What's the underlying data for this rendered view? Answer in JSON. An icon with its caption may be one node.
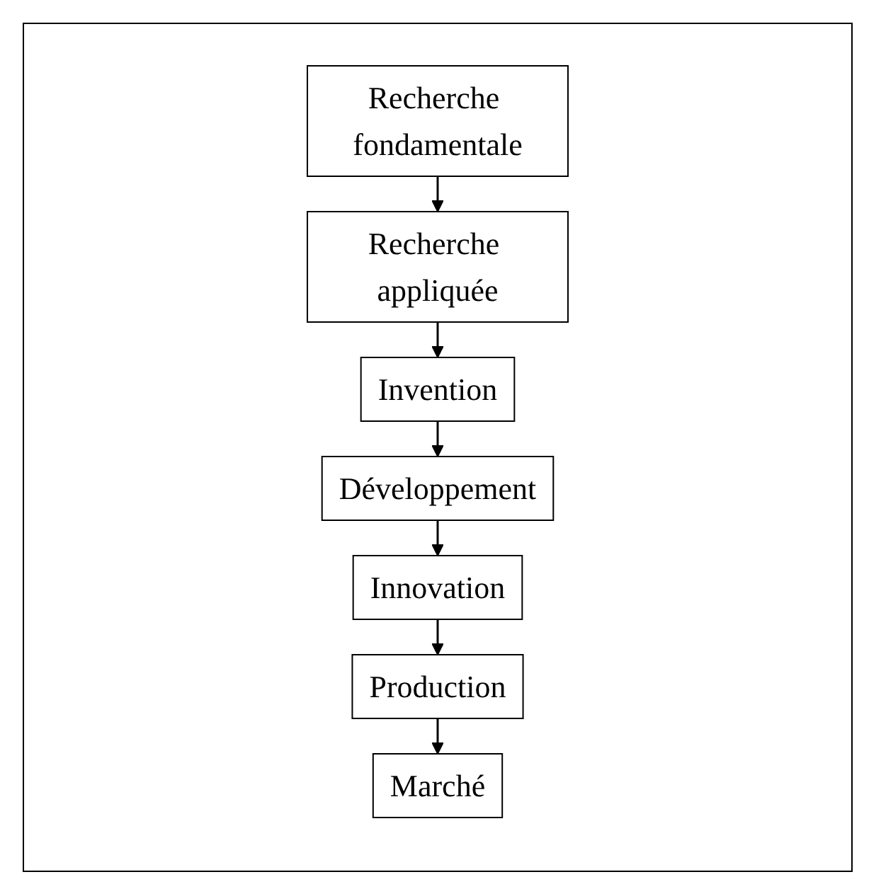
{
  "diagram": {
    "nodes": [
      {
        "text": [
          "Recherche fondamentale"
        ]
      },
      {
        "text": [
          "Recherche appliquée"
        ]
      },
      {
        "text": [
          "Invention"
        ]
      },
      {
        "text": [
          "Développement"
        ]
      },
      {
        "text": [
          "Innovation"
        ]
      },
      {
        "text": [
          "Production"
        ]
      },
      {
        "text": [
          "Marché"
        ]
      }
    ],
    "edges": [
      {
        "from": 0,
        "to": 1,
        "arrow": "to"
      },
      {
        "from": 1,
        "to": 2,
        "arrow": "to"
      },
      {
        "from": 2,
        "to": 3,
        "arrow": "to"
      },
      {
        "from": 3,
        "to": 4,
        "arrow": "to"
      },
      {
        "from": 4,
        "to": 5,
        "arrow": "to"
      },
      {
        "from": 5,
        "to": 6,
        "arrow": "to"
      }
    ]
  }
}
